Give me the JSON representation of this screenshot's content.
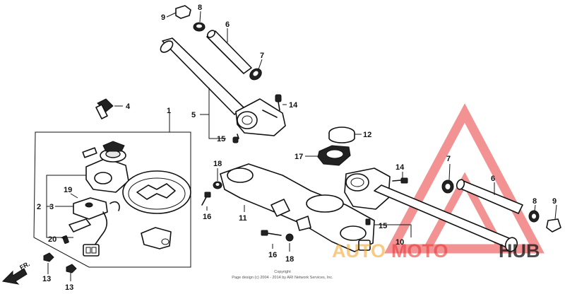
{
  "callouts": [
    {
      "id": "c9a",
      "text": "9"
    },
    {
      "id": "c8a",
      "text": "8"
    },
    {
      "id": "c6a",
      "text": "6"
    },
    {
      "id": "c7a",
      "text": "7"
    },
    {
      "id": "c14a",
      "text": "14"
    },
    {
      "id": "c5",
      "text": "5"
    },
    {
      "id": "c15a",
      "text": "15"
    },
    {
      "id": "c4",
      "text": "4"
    },
    {
      "id": "c1",
      "text": "1"
    },
    {
      "id": "c12",
      "text": "12"
    },
    {
      "id": "c17",
      "text": "17"
    },
    {
      "id": "c18a",
      "text": "18"
    },
    {
      "id": "c16a",
      "text": "16"
    },
    {
      "id": "c11",
      "text": "11"
    },
    {
      "id": "c19",
      "text": "19"
    },
    {
      "id": "c2",
      "text": "2"
    },
    {
      "id": "c3",
      "text": "3"
    },
    {
      "id": "c20",
      "text": "20"
    },
    {
      "id": "c13a",
      "text": "13"
    },
    {
      "id": "c13b",
      "text": "13"
    },
    {
      "id": "c16b",
      "text": "16"
    },
    {
      "id": "c18b",
      "text": "18"
    },
    {
      "id": "c14b",
      "text": "14"
    },
    {
      "id": "c7b",
      "text": "7"
    },
    {
      "id": "c6b",
      "text": "6"
    },
    {
      "id": "c15b",
      "text": "15"
    },
    {
      "id": "c10",
      "text": "10"
    },
    {
      "id": "c8b",
      "text": "8"
    },
    {
      "id": "c9b",
      "text": "9"
    }
  ],
  "front_arrow_label": "FR.",
  "copyright": {
    "line1": "Copyright",
    "line2": "Page design (c) 2004 - 2014 by ARI Network Services, Inc."
  },
  "watermark": {
    "part1": "AUTO",
    "part2": "MOTO",
    "part3": "HUB",
    "colors": {
      "part1": "#f3a020",
      "part2": "#e83a3a",
      "part3": "#111111",
      "triangle": "#e83a3a"
    }
  }
}
